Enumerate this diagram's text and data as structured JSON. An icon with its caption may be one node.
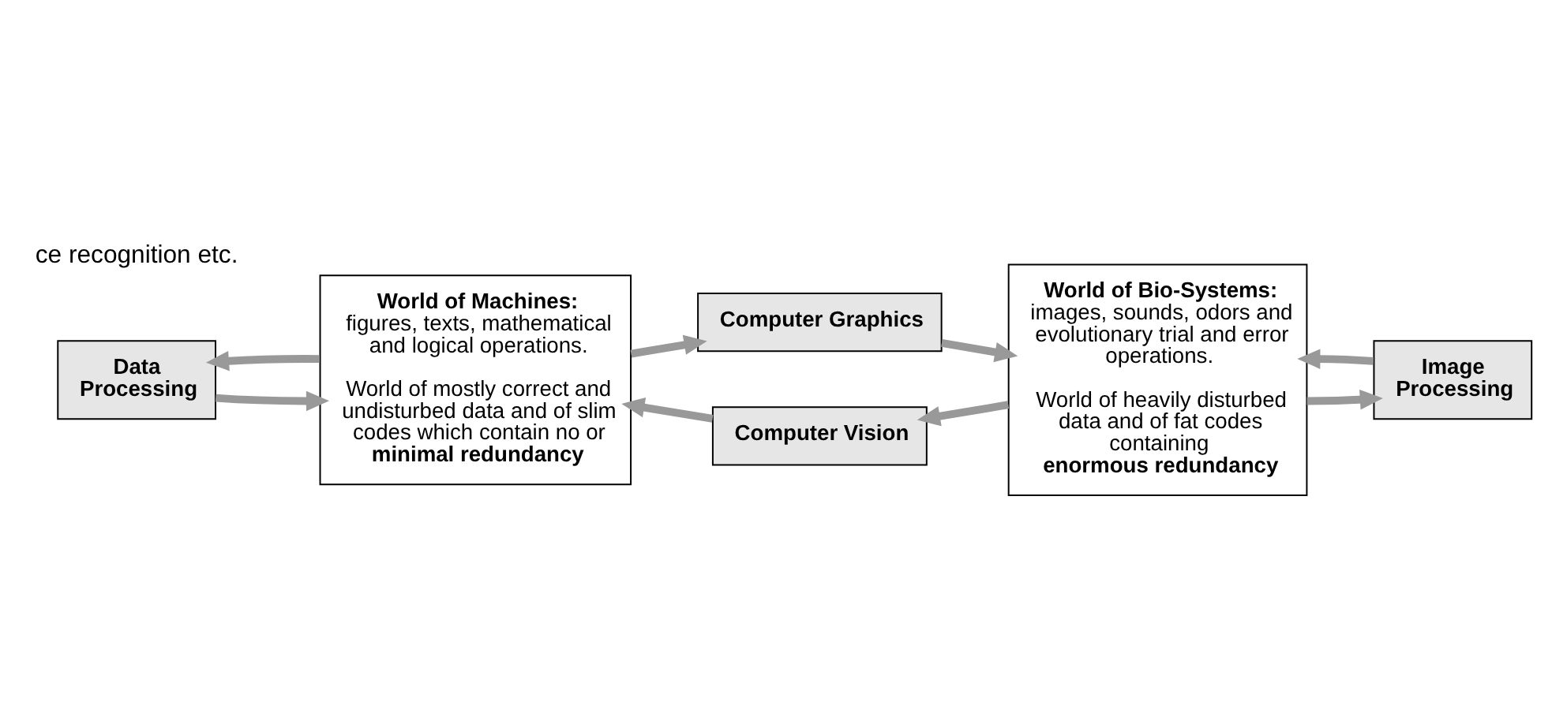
{
  "diagram": {
    "nodes": [
      {
        "text": [
          "Computer Graphics"
        ]
      },
      {
        "text": [
          "**World of Machines**: figures, texts, mathematical and logical operations.",
          "World of mostly correct and undisturbed data and of slim codes which contain no or **minimal redundancy**"
        ]
      },
      {
        "text": [
          "**World of Bio-Systems**: images, sounds, odors and evolutionary trial and error operations.",
          "World of heavily disturbed data and of fat codes containing **enormous redundancy**"
        ]
      },
      {
        "text": [
          "Data Processing"
        ]
      },
      {
        "text": [
          "Image Processing"
        ]
      },
      {
        "text": [
          "Computer Vision"
        ]
      }
    ],
    "edges": [
      {
        "from": 1,
        "to": 0,
        "arrow": "to"
      },
      {
        "from": 0,
        "to": 2,
        "arrow": "to"
      },
      {
        "from": 2,
        "to": 4,
        "arrow": "to"
      },
      {
        "from": 4,
        "to": 2,
        "arrow": "to"
      },
      {
        "from": 2,
        "to": 5,
        "arrow": "to"
      },
      {
        "from": 5,
        "to": 1,
        "arrow": "to"
      },
      {
        "from": 1,
        "to": 3,
        "arrow": "to"
      },
      {
        "from": 3,
        "to": 1,
        "arrow": "to"
      }
    ],
    "labels": [
      "ce recognition etc."
    ]
  }
}
